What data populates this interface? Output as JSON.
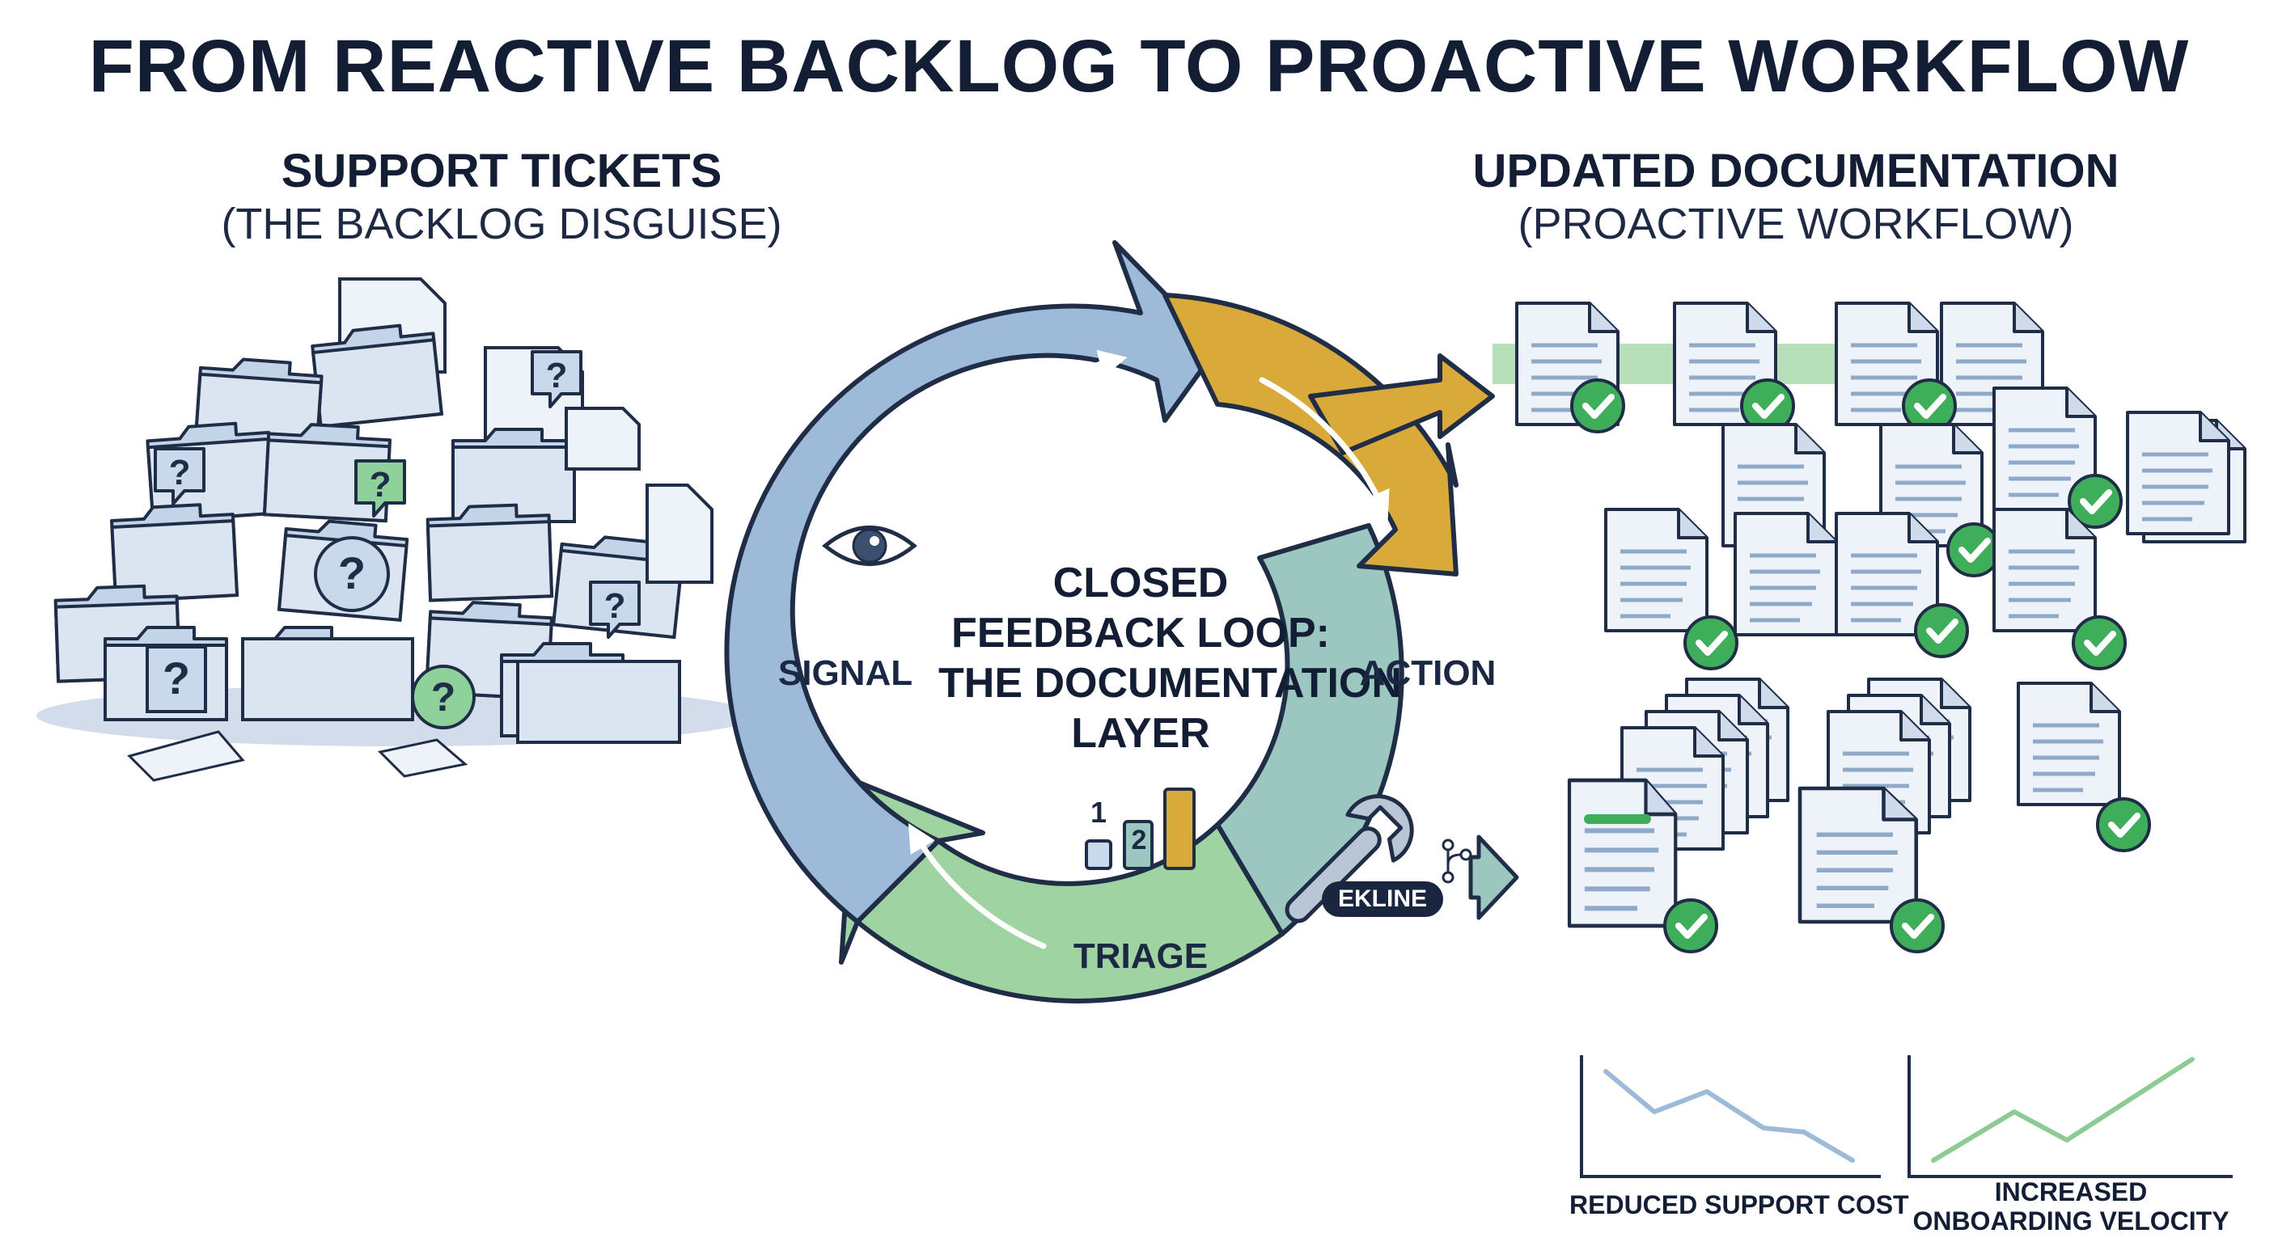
{
  "title": "FROM REACTIVE BACKLOG TO PROACTIVE WORKFLOW",
  "left_panel": {
    "title": "SUPPORT TICKETS",
    "subtitle": "(THE BACKLOG DISGUISE)",
    "icon": "pile-of-ticket-folders-with-question-marks"
  },
  "cycle": {
    "center_label_lines": [
      "CLOSED",
      "FEEDBACK LOOP:",
      "THE DOCUMENTATION",
      "LAYER"
    ],
    "stages": {
      "signal": "SIGNAL",
      "action": "ACTION",
      "triage": "TRIAGE"
    },
    "priority_steps": [
      "1",
      "2"
    ],
    "tool_badge": "EKLINE",
    "icons": [
      "eye-icon",
      "wrench-icon",
      "branch-icon",
      "priority-bars-icon"
    ]
  },
  "right_panel": {
    "title": "UPDATED DOCUMENTATION",
    "subtitle": "(PROACTIVE WORKFLOW)",
    "icon": "stack-of-documents-with-checkmarks"
  },
  "metrics": [
    {
      "label": "REDUCED SUPPORT COST",
      "trend": "down"
    },
    {
      "label_lines": [
        "INCREASED",
        "ONBOARDING VELOCITY"
      ],
      "trend": "up"
    }
  ],
  "colors": {
    "signal_arc": "#9dbad8",
    "action_arc_top": "#d9a93a",
    "action_arc_bottom": "#9cc7c0",
    "triage_arc": "#9fd4a2",
    "check_green": "#3fae5a",
    "doc_fill": "#eef3f9",
    "folder_fill": "#dbe5f1",
    "ink": "#131d33"
  }
}
